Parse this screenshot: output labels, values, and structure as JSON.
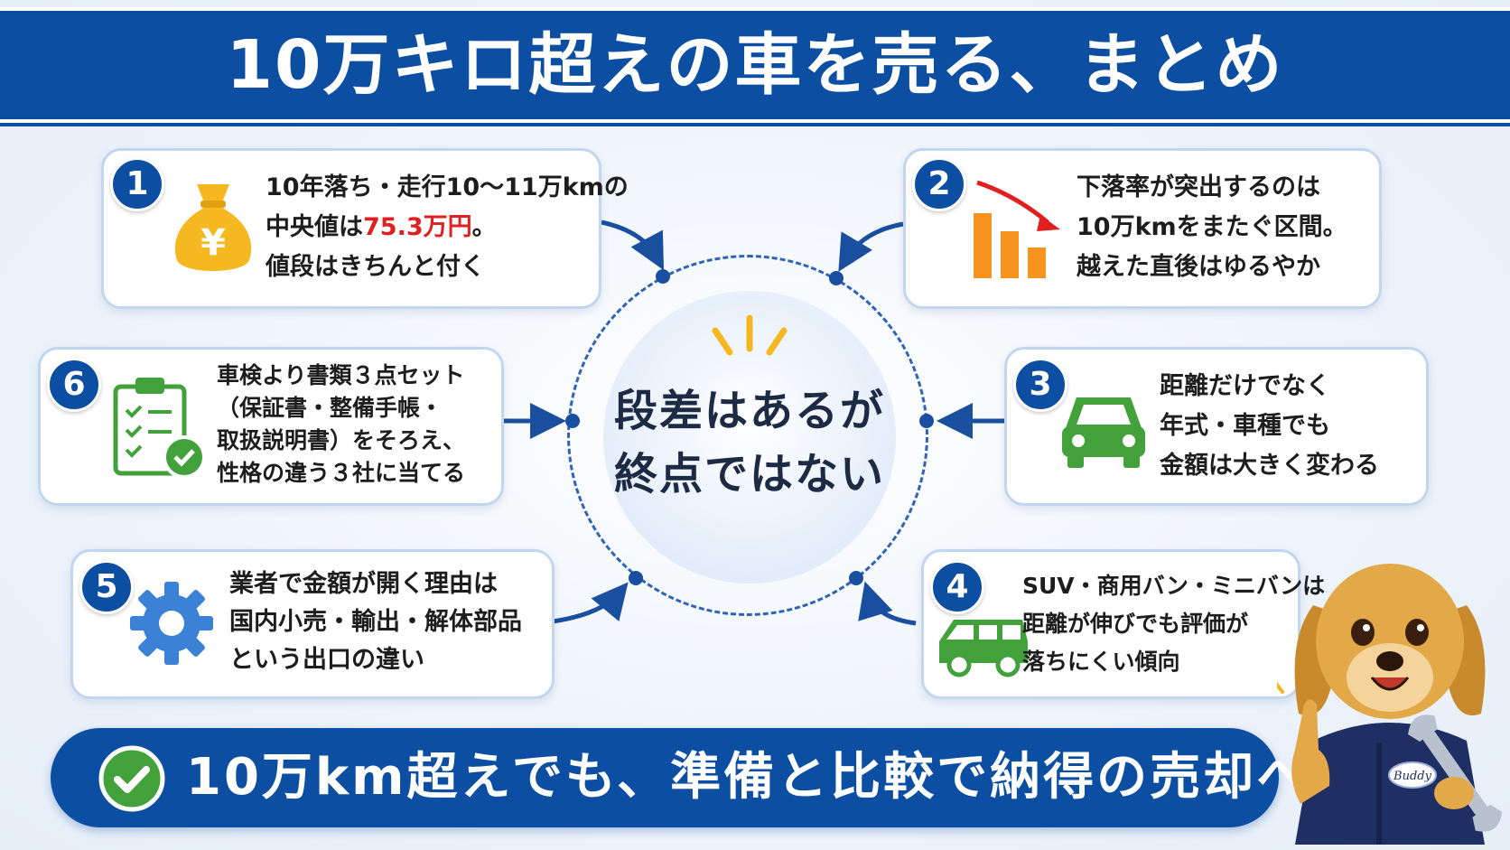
{
  "header": {
    "title": "10万キロ超えの車を売る、まとめ"
  },
  "center": {
    "line1": "段差はあるが",
    "line2": "終点ではない"
  },
  "cards": [
    {
      "number": "1",
      "icon": "money-bag-yen-icon",
      "line1": "10年落ち・走行10〜11万kmの",
      "line2_prefix": "中央値は",
      "line2_highlight": "75.3万円",
      "line2_suffix": "。",
      "line3": "値段はきちんと付く"
    },
    {
      "number": "2",
      "icon": "declining-bar-chart-icon",
      "line1": "下落率が突出するのは",
      "line2": "10万kmをまたぐ区間。",
      "line3": "越えた直後はゆるやか"
    },
    {
      "number": "3",
      "icon": "car-front-icon",
      "line1": "距離だけでなく",
      "line2": "年式・車種でも",
      "line3": "金額は大きく変わる"
    },
    {
      "number": "4",
      "icon": "van-icon",
      "line1": "SUV・商用バン・ミニバンは",
      "line2": "距離が伸びでも評価が",
      "line3": "落ちにくい傾向"
    },
    {
      "number": "5",
      "icon": "gear-icon",
      "line1": "業者で金額が開く理由は",
      "line2": "国内小売・輸出・解体部品",
      "line3": "という出口の違い"
    },
    {
      "number": "6",
      "icon": "clipboard-checklist-icon",
      "line1": "車検より書類３点セット",
      "line2": "（保証書・整備手帳・",
      "line3": "取扱説明書）をそろえ、",
      "line4": "性格の違う３社に当てる"
    }
  ],
  "banner": {
    "text": "10万km超えでも、準備と比較で納得の売却へ"
  },
  "mascot": {
    "badge_text": "Buddy"
  },
  "colors": {
    "primary": "#0b4ea2",
    "highlight": "#e02020",
    "icon_orange": "#f7941d",
    "icon_green": "#43a13b",
    "icon_blue": "#3b82d6",
    "gold": "#f5b820"
  }
}
